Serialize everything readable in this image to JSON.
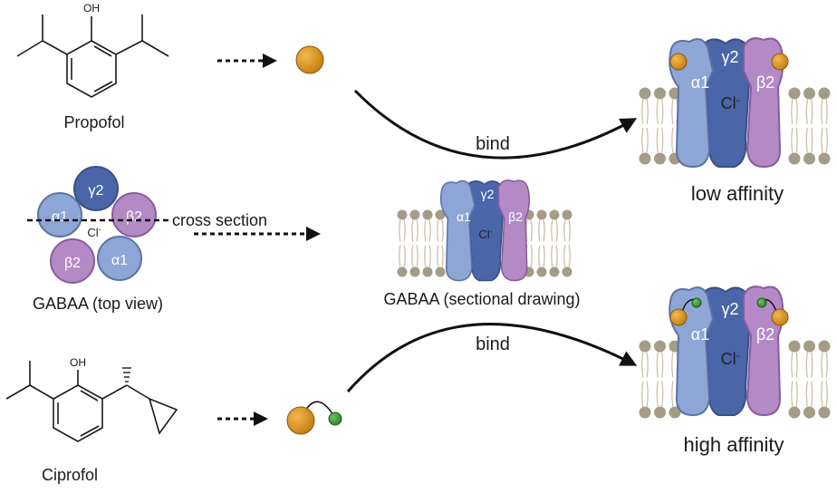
{
  "labels": {
    "propofol": "Propofol",
    "ciprofol": "Ciprofol",
    "oh": "OH",
    "gabaa_top": "GABAA (top view)",
    "gabaa_section": "GABAA (sectional drawing)",
    "cross_section": "cross section",
    "bind": "bind",
    "low_affinity": "low affinity",
    "high_affinity": "high affinity",
    "chloride": "Cl",
    "chloride_charge": "-"
  },
  "subunits": {
    "alpha1": "α1",
    "gamma2": "γ2",
    "beta2": "β2"
  },
  "colors": {
    "alpha": "#8ea6d6",
    "gamma": "#4a66a8",
    "gamma_dark": "#3c5596",
    "beta": "#b48ac6",
    "beta_dark": "#9c64b3",
    "drug": "#d8901c",
    "ligand_green": "#3f9a3a",
    "lipid_head": "#a49c87",
    "lipid_tail": "#c9c1ab",
    "arrow": "#111111"
  }
}
